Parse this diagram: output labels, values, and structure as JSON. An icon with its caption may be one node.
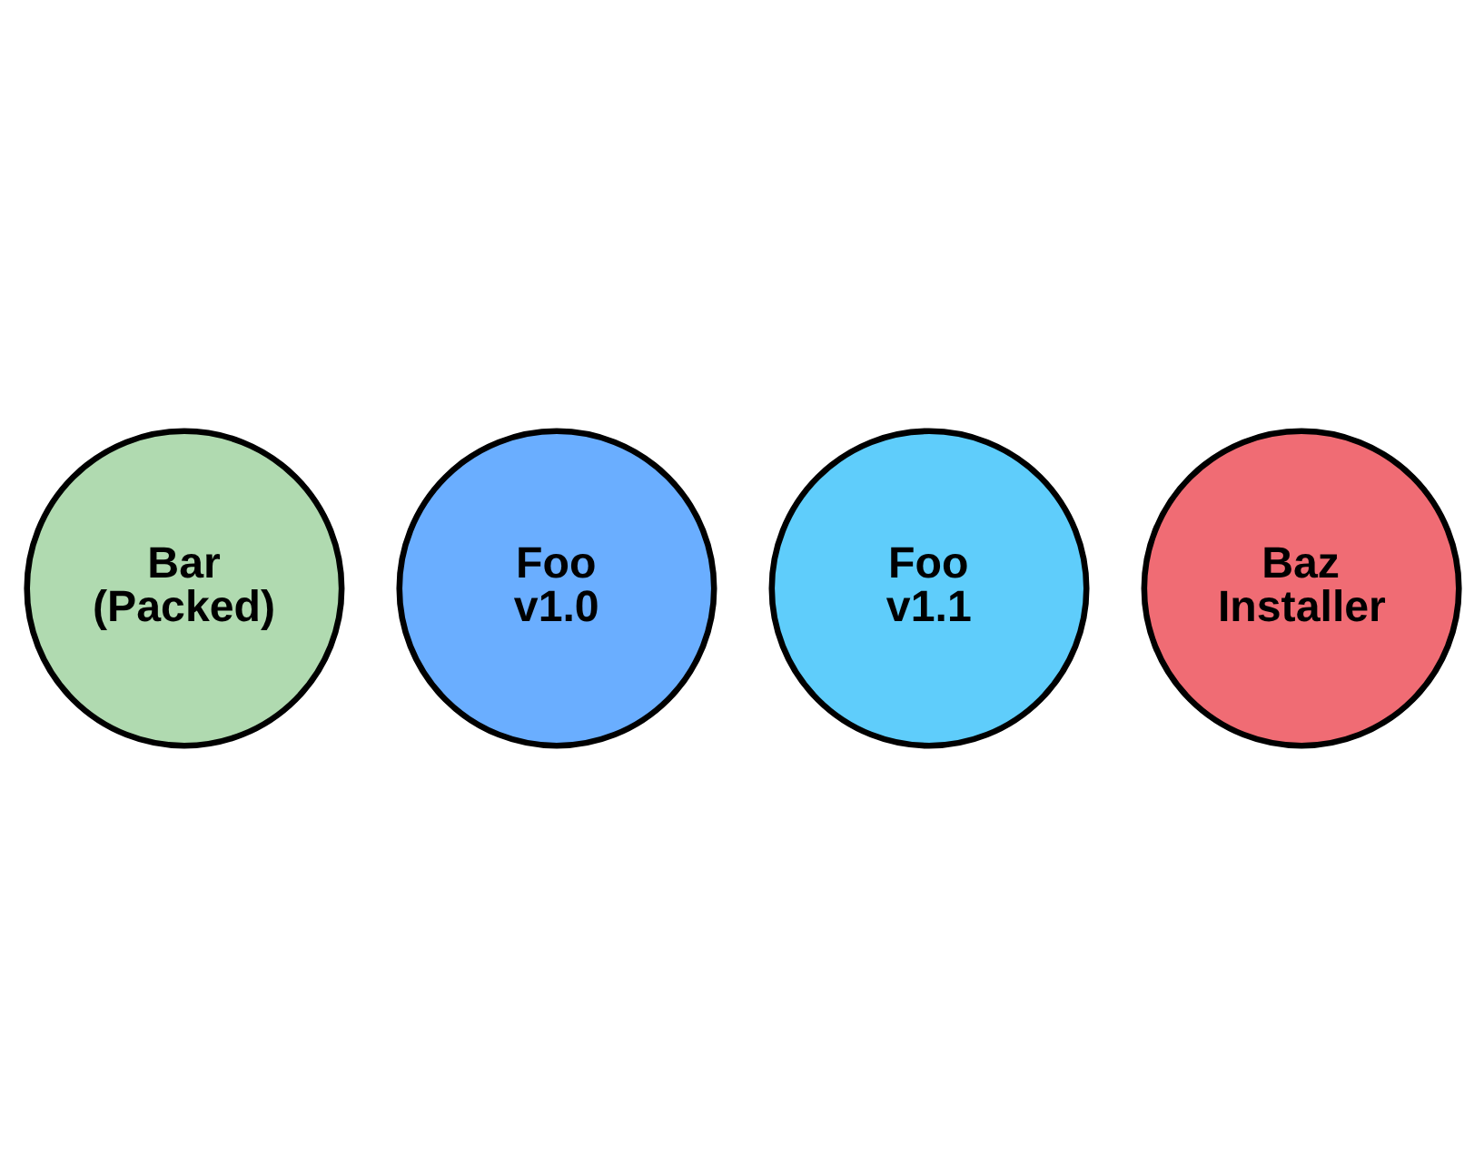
{
  "diagram": {
    "nodes": [
      {
        "text": [
          "Bar (Packed)"
        ]
      },
      {
        "text": [
          "Foo v1.0"
        ]
      },
      {
        "text": [
          "Foo v1.1"
        ]
      },
      {
        "text": [
          "Baz Installer"
        ]
      }
    ]
  }
}
